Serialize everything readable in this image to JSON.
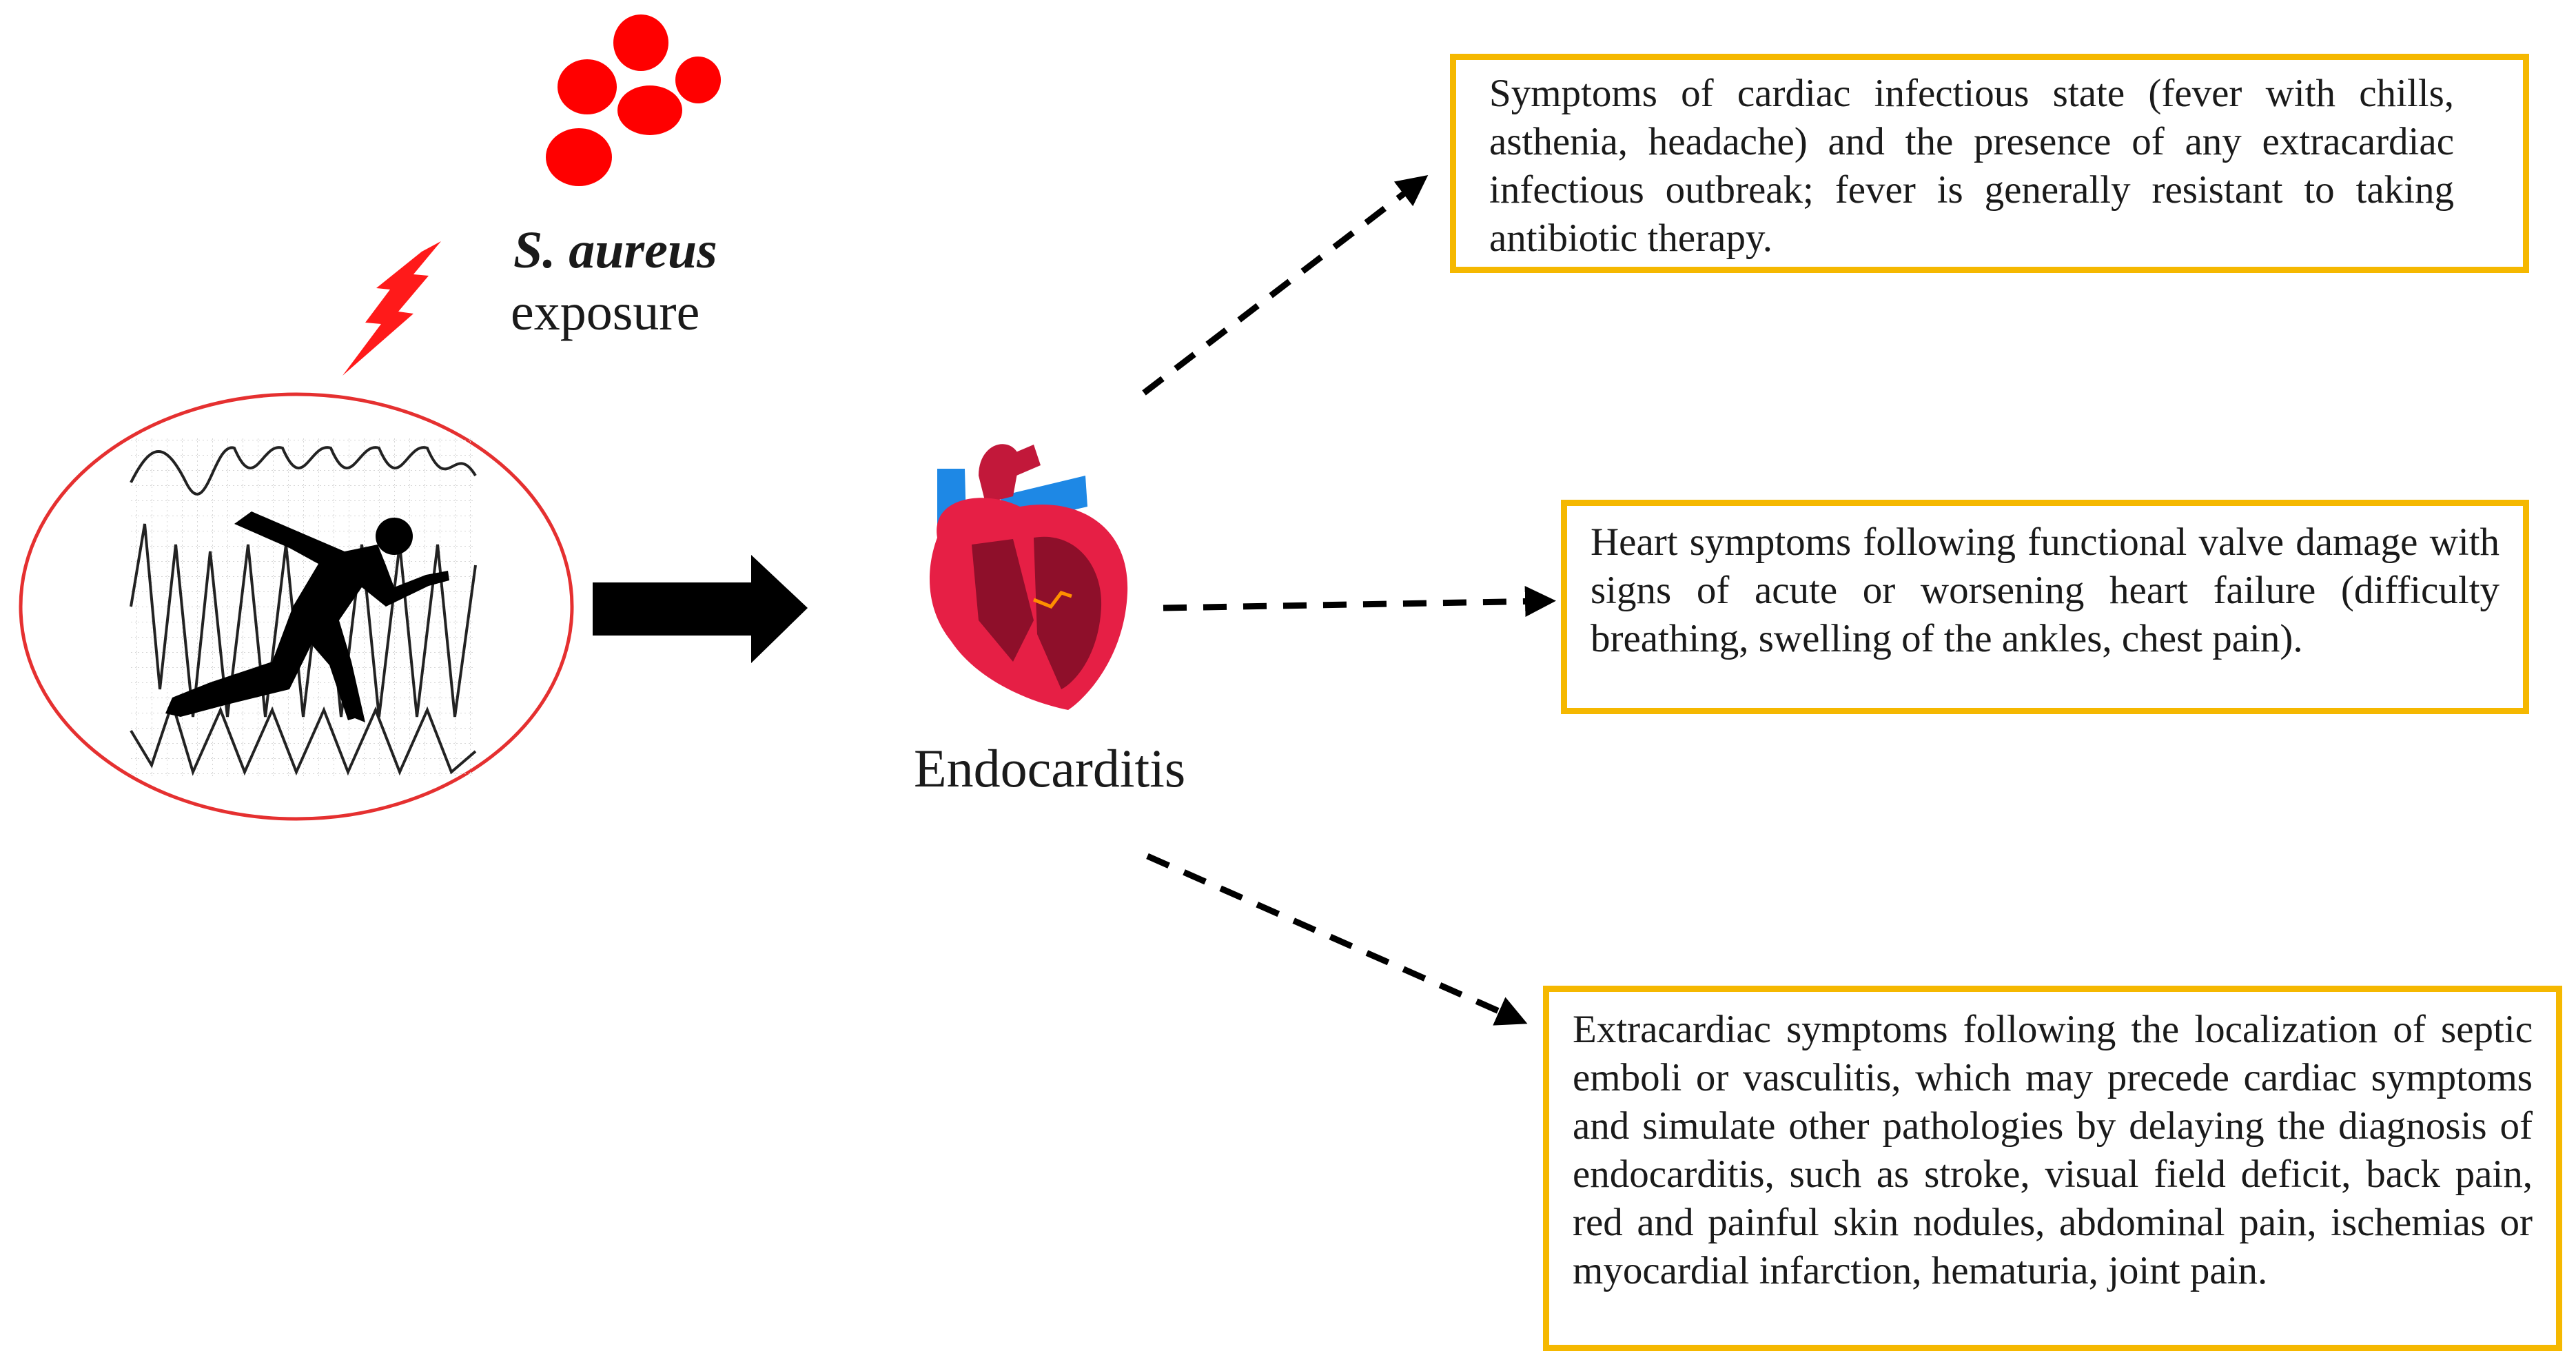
{
  "exposure": {
    "organism": "S. aureus",
    "action": "exposure",
    "colors": {
      "bacteria": "#ff0000",
      "lightning": "#ff1a1a",
      "ellipse": "#e53030"
    },
    "icons": [
      "bacteria-cluster-icon",
      "lightning-bolt-icon",
      "runner-silhouette-icon",
      "ecg-trace-icon"
    ]
  },
  "outcome": {
    "label": "Endocarditis",
    "icon": "anatomical-heart-icon",
    "colors": {
      "heart": "#d81b3c",
      "heart_dark": "#8e0f2a",
      "vessel": "#1e88e5"
    }
  },
  "symptoms": [
    {
      "text": "Symptoms of cardiac infectious state (fever with chills, asthenia, headache) and the presence of any extracardiac infectious outbreak; fever is generally resistant to taking antibiotic therapy."
    },
    {
      "text": "Heart symptoms following functional valve damage with signs of acute or worsening heart failure (difficulty breathing, swelling of the ankles, chest pain)."
    },
    {
      "text": "Extracardiac symptoms following the localization of septic emboli or vasculitis, which may precede cardiac symptoms and simulate other pathologies by delaying the diagnosis of endocarditis, such as stroke, visual field deficit, back pain, red and painful skin nodules, abdominal pain, ischemias or myocardial infarction, hematuria, joint pain."
    }
  ],
  "colors": {
    "box_border": "#f5b800",
    "arrow": "#000000"
  }
}
